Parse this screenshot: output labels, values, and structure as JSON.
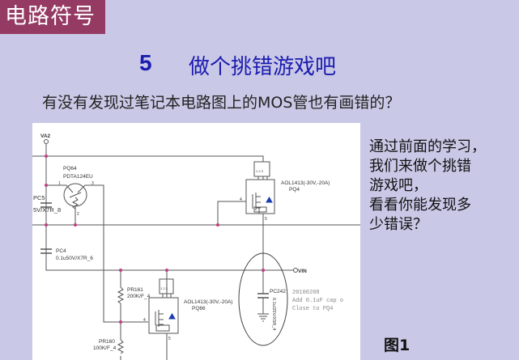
{
  "badge": "电路符号",
  "title": {
    "number": "5",
    "text": "做个挑错游戏吧"
  },
  "subtitle": "有没有发现过笔记本电路图上的MOS管也有画错的？",
  "side_text": [
    "通过前面的学习，",
    "我们来做个挑错",
    "游戏吧，",
    "看看你能发现多",
    "少错误？"
  ],
  "figure_label": "图1",
  "circuit": {
    "va2": "VA2",
    "vin": "VIN",
    "pq64": {
      "ref": "PQ64",
      "part": "PDTA124EU",
      "pin1": "1",
      "pin2": "2",
      "pin3": "3"
    },
    "pq4": {
      "spec": "AOL1413(-30V,-20A)",
      "ref": "PQ4",
      "pin4": "4",
      "pin5": "5",
      "pins_top": "1 2 3"
    },
    "pq66": {
      "spec": "AOL1413(-30V,-20A)",
      "ref": "PQ66",
      "pin4": "4",
      "pin5": "5",
      "pins_top": "1 2 3"
    },
    "pc5": {
      "ref": "PC5",
      "value": "5V/X7R_8"
    },
    "pc4": {
      "ref": "PC4",
      "value": "0.1u50V/X7R_6"
    },
    "pc242": {
      "ref": "PC242",
      "value": "0.1u/25V/X5R_4"
    },
    "pr161": {
      "ref": "PR161",
      "value": "200K/F_4"
    },
    "pr160": {
      "ref": "PR160",
      "value": "100K/F_4"
    },
    "note": [
      "20100208",
      "Add 0.1uF cap o",
      "Close to PQ4"
    ]
  }
}
